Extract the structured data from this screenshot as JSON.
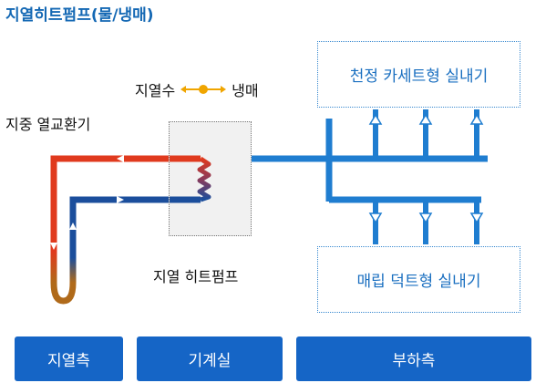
{
  "title": "지열히트펌프(물/냉매)",
  "labels": {
    "ground_exchanger": "지중 열교환기",
    "legend_water": "지열수",
    "legend_refrigerant": "냉매",
    "heat_pump": "지열 히트펌프"
  },
  "units": {
    "ceiling": "천정 카세트형 실내기",
    "duct": "매립 덕트형 실내기"
  },
  "tabs": [
    "지열측",
    "기계실",
    "부하측"
  ],
  "colors": {
    "title": "#1468b4",
    "supply_pipe": "#1f7dd0",
    "hot_pipe": "#e03a1e",
    "cold_pipe": "#1b4e9c",
    "loop_bottom": "#b06a1a",
    "tab_bg": "#1565c6",
    "legend_arrow": "#f0a500"
  }
}
